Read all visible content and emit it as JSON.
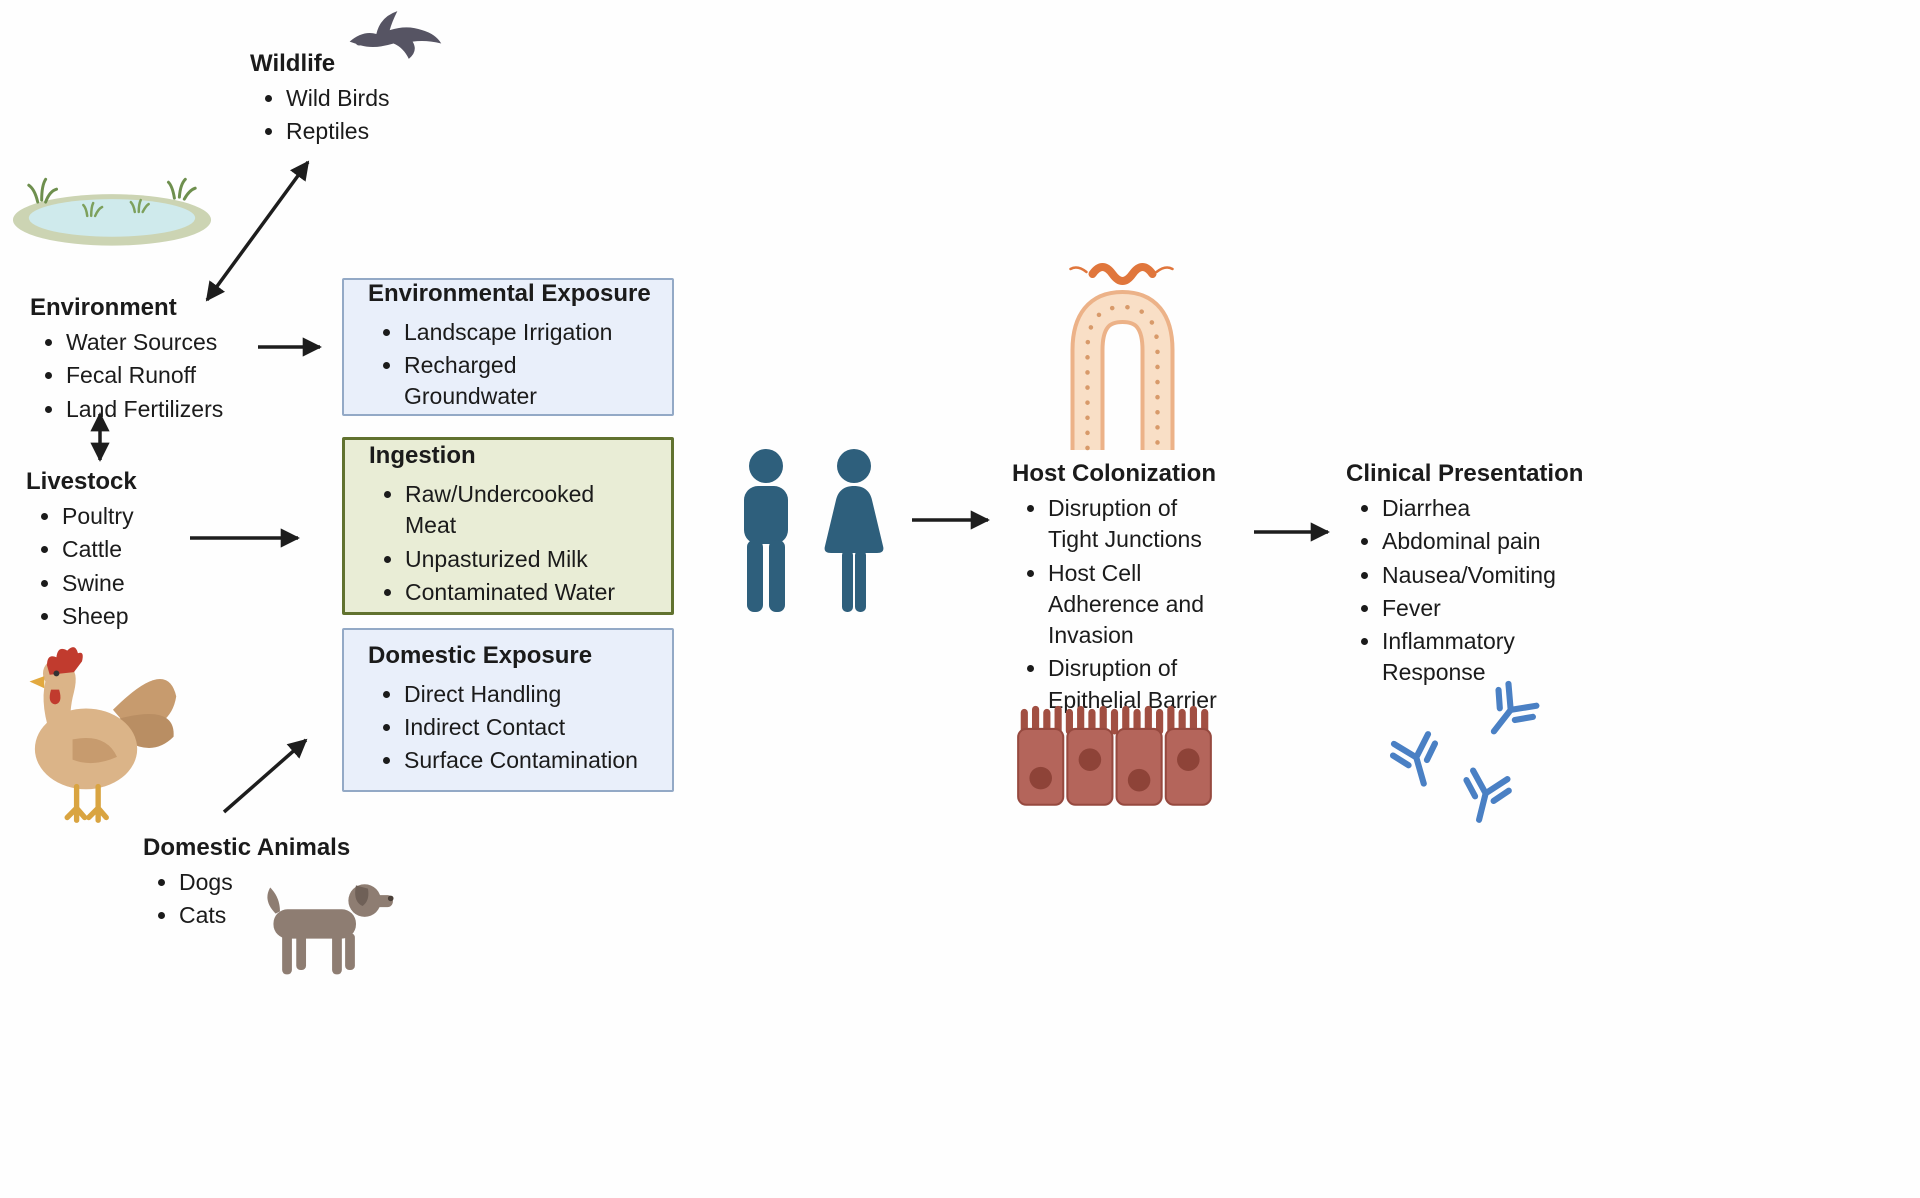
{
  "sources": {
    "wildlife": {
      "title": "Wildlife",
      "items": [
        "Wild Birds",
        "Reptiles"
      ]
    },
    "environment": {
      "title": "Environment",
      "items": [
        "Water Sources",
        "Fecal Runoff",
        "Land Fertilizers"
      ]
    },
    "livestock": {
      "title": "Livestock",
      "items": [
        "Poultry",
        "Cattle",
        "Swine",
        "Sheep"
      ]
    },
    "domestic_animals": {
      "title": "Domestic Animals",
      "items": [
        "Dogs",
        "Cats"
      ]
    }
  },
  "exposures": {
    "environmental": {
      "title": "Environmental Exposure",
      "items": [
        "Landscape Irrigation",
        "Recharged Groundwater"
      ]
    },
    "ingestion": {
      "title": "Ingestion",
      "items": [
        "Raw/Undercooked Meat",
        "Unpasturized Milk",
        "Contaminated Water"
      ]
    },
    "domestic": {
      "title": "Domestic Exposure",
      "items": [
        "Direct Handling",
        "Indirect Contact",
        "Surface Contamination"
      ]
    }
  },
  "outcomes": {
    "host_colonization": {
      "title": "Host Colonization",
      "items": [
        "Disruption of Tight Junctions",
        "Host Cell Adherence and Invasion",
        "Disruption of Epithelial Barrier"
      ]
    },
    "clinical_presentation": {
      "title": "Clinical Presentation",
      "items": [
        "Diarrhea",
        "Abdominal pain",
        "Nausea/Vomiting",
        "Fever",
        "Inflammatory Response"
      ]
    }
  },
  "icons": {
    "bird": "wild-bird-icon",
    "pond": "water-source-pond-icon",
    "rooster": "chicken-icon",
    "dog": "dog-icon",
    "male": "male-figure-icon",
    "female": "female-figure-icon",
    "villus": "intestinal-villus-with-bacterium-icon",
    "epithelium": "epithelial-cells-icon",
    "antibody": "antibody-icon"
  },
  "colors": {
    "box_blue_bg": "#e9effa",
    "box_blue_border": "#93a9c6",
    "box_green_bg": "#e9edd6",
    "box_green_border": "#61722f",
    "human_figure": "#2e5f7c",
    "antibody": "#4a80c4",
    "bacterium": "#e0763c",
    "villus": "#f9dfc6",
    "epithelium": "#b4655b",
    "arrow": "#1d1d1d"
  }
}
